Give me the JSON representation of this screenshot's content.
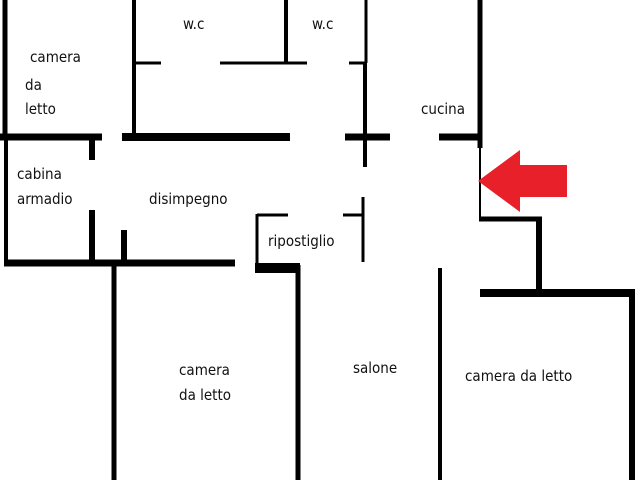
{
  "rooms": {
    "bedroom_top_left": [
      "camera",
      "da",
      "letto"
    ],
    "wc_1": "w.c",
    "wc_2": "w.c",
    "kitchen": "cucina",
    "walk_in_closet": [
      "cabina",
      "armadio"
    ],
    "hallway": "disimpegno",
    "storage": "ripostiglio",
    "bedroom_bottom_center": [
      "camera",
      "da letto"
    ],
    "living_room": "salone",
    "bedroom_bottom_right": "camera da letto"
  },
  "colors": {
    "wall": "#000000",
    "arrow": "#e8202a"
  },
  "entrance_arrow": "arrow-left-icon"
}
